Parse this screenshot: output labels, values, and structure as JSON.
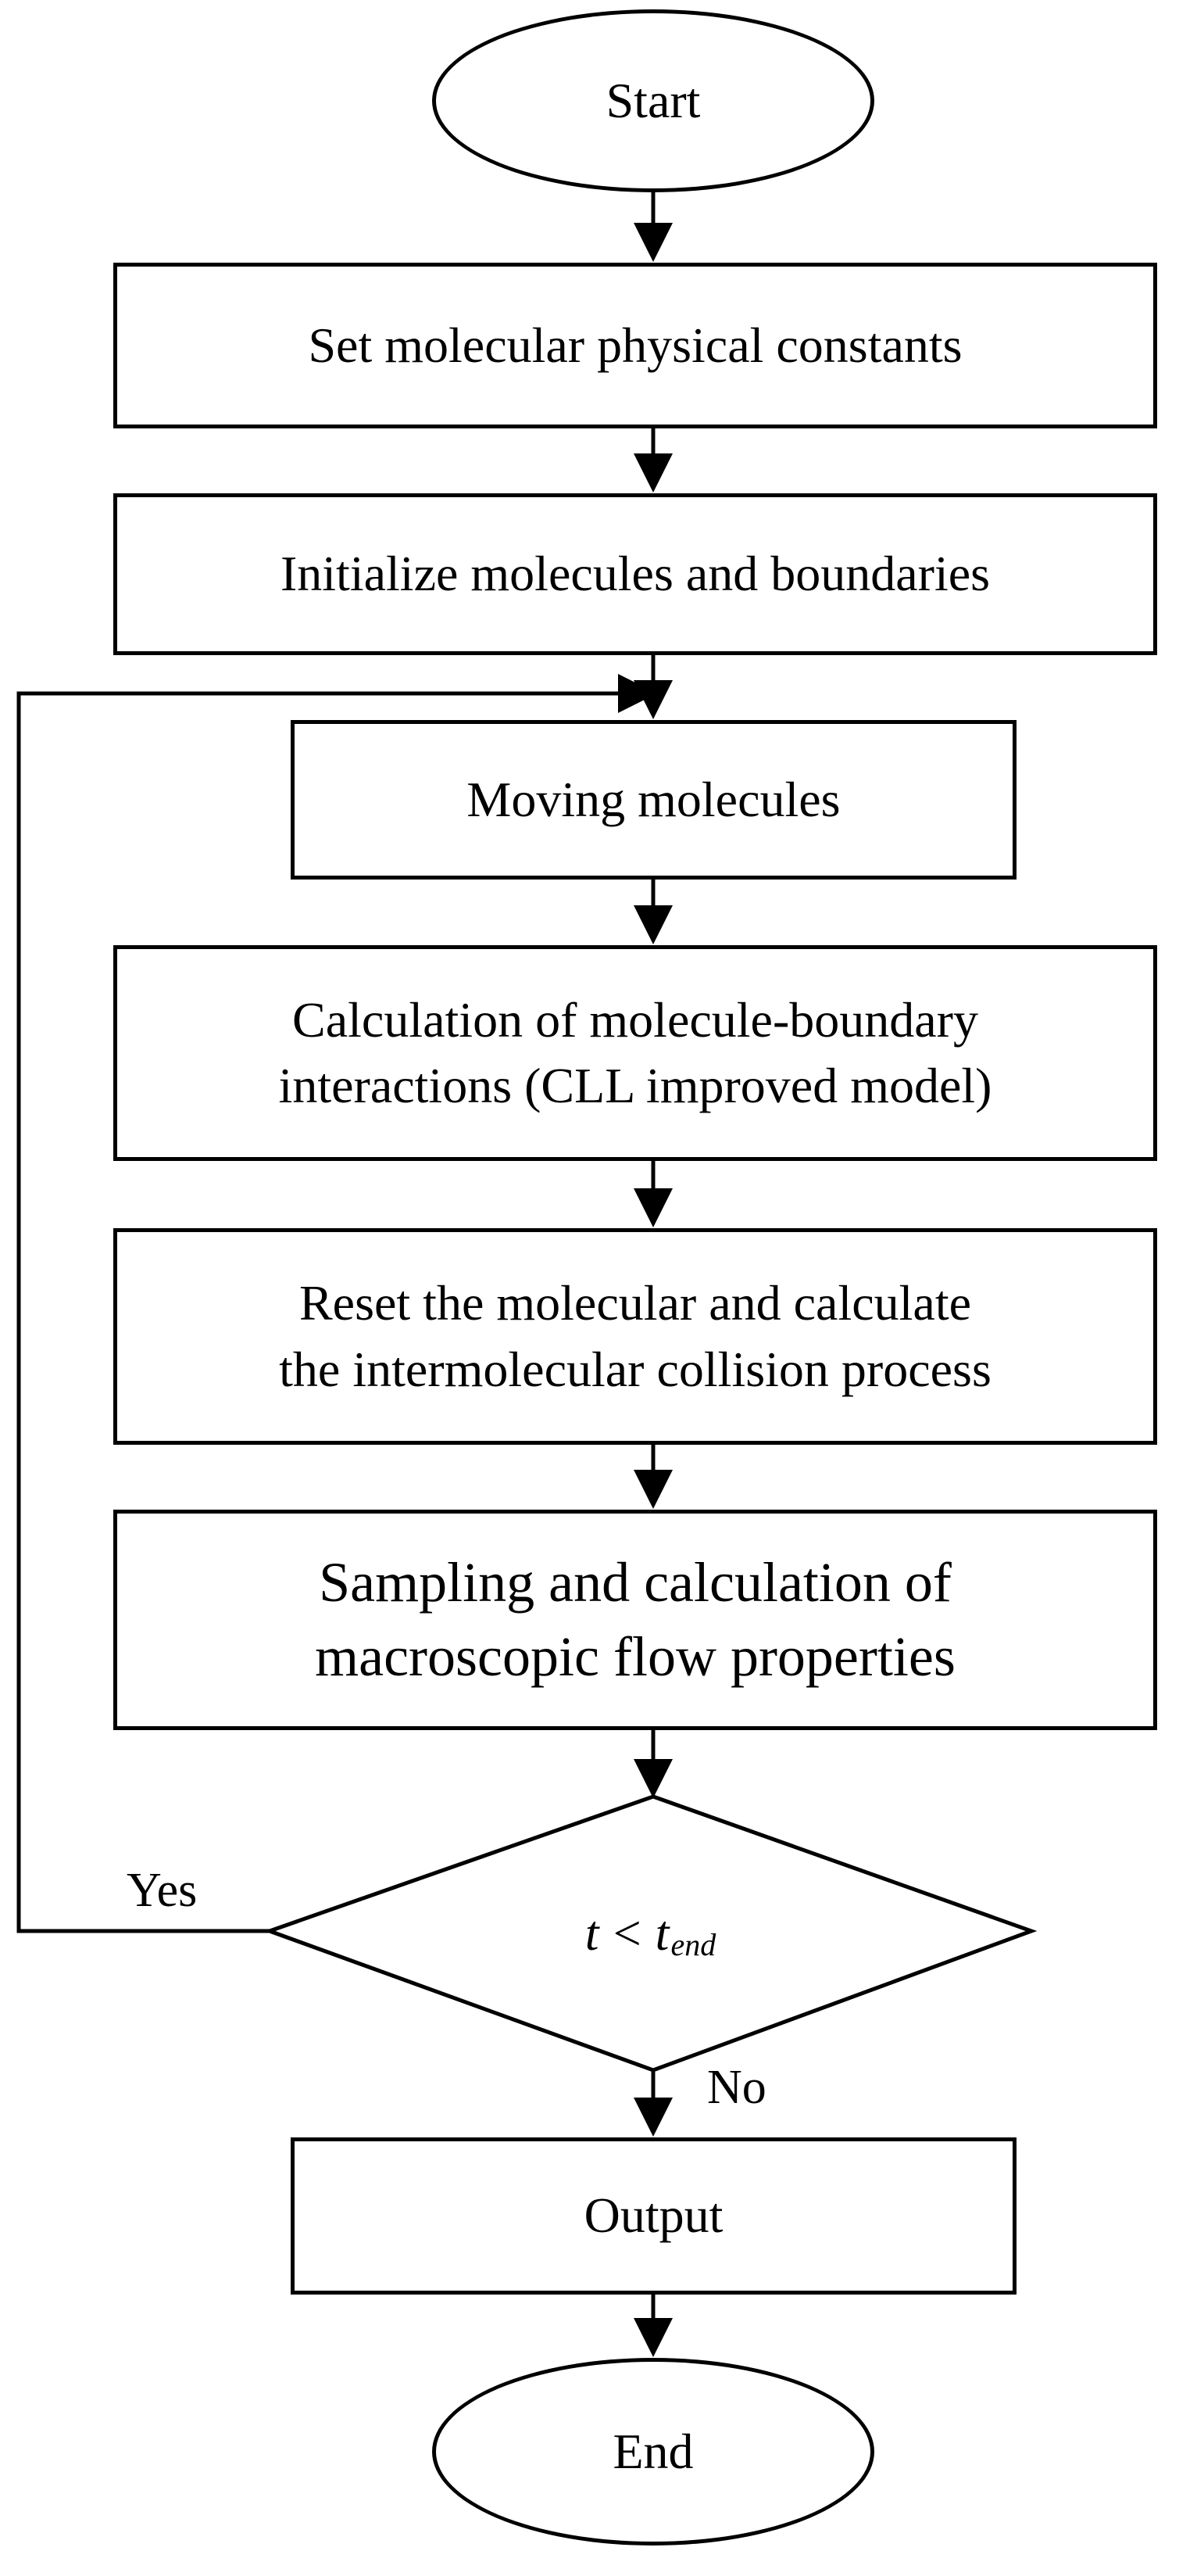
{
  "flowchart": {
    "start": "Start",
    "step1": "Set molecular physical constants",
    "step2": "Initialize molecules and boundaries",
    "step3": "Moving molecules",
    "step4": {
      "line1": "Calculation of molecule-boundary",
      "line2": "interactions (CLL improved model)"
    },
    "step5": {
      "line1": "Reset the molecular and calculate",
      "line2": "the intermolecular collision process"
    },
    "step6": {
      "line1": "Sampling and calculation of",
      "line2": "macroscopic flow properties"
    },
    "decision": {
      "lhs": "t",
      "op": "<",
      "rhs": "t",
      "rhs_subscript": "end"
    },
    "yes_label": "Yes",
    "no_label": "No",
    "output": "Output",
    "end": "End"
  }
}
